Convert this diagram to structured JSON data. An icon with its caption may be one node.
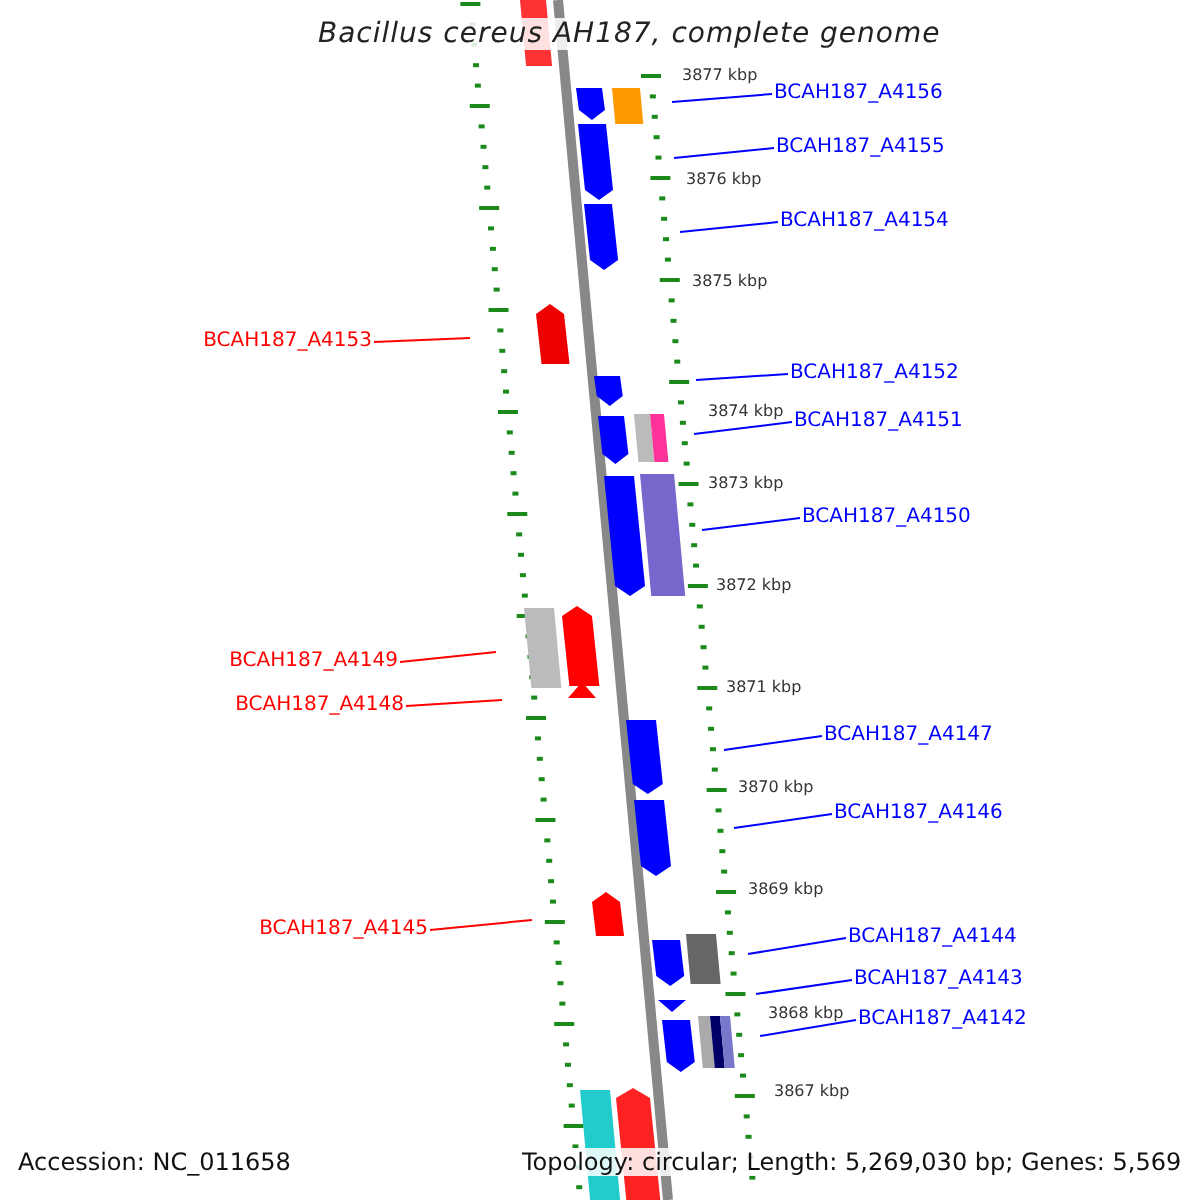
{
  "diagram": {
    "title": "Bacillus cereus AH187, complete genome",
    "nodes": [
      {
        "text": [
          "BCAH187_A4156"
        ]
      },
      {
        "text": [
          "BCAH187_A4155"
        ]
      },
      {
        "text": [
          "BCAH187_A4154"
        ]
      },
      {
        "text": [
          "BCAH187_A4153"
        ]
      },
      {
        "text": [
          "BCAH187_A4152"
        ]
      },
      {
        "text": [
          "BCAH187_A4151"
        ]
      },
      {
        "text": [
          "BCAH187_A4150"
        ]
      },
      {
        "text": [
          "BCAH187_A4149"
        ]
      },
      {
        "text": [
          "BCAH187_A4148"
        ]
      },
      {
        "text": [
          "BCAH187_A4147"
        ]
      },
      {
        "text": [
          "BCAH187_A4146"
        ]
      },
      {
        "text": [
          "BCAH187_A4145"
        ]
      },
      {
        "text": [
          "BCAH187_A4144"
        ]
      },
      {
        "text": [
          "BCAH187_A4143"
        ]
      },
      {
        "text": [
          "BCAH187_A4142"
        ]
      }
    ],
    "edges": [
      {
        "from": 0,
        "to": null,
        "arrow": "none"
      },
      {
        "from": 1,
        "to": null,
        "arrow": "none"
      },
      {
        "from": 2,
        "to": null,
        "arrow": "none"
      },
      {
        "from": 3,
        "to": null,
        "arrow": "none",
        "color": "#ff0000"
      },
      {
        "from": 4,
        "to": null,
        "arrow": "none"
      },
      {
        "from": 5,
        "to": null,
        "arrow": "none"
      },
      {
        "from": 6,
        "to": null,
        "arrow": "none"
      },
      {
        "from": 7,
        "to": null,
        "arrow": "none",
        "color": "#ff0000"
      },
      {
        "from": 8,
        "to": null,
        "arrow": "none",
        "color": "#ff0000"
      },
      {
        "from": 9,
        "to": null,
        "arrow": "none"
      },
      {
        "from": 10,
        "to": null,
        "arrow": "none"
      },
      {
        "from": 11,
        "to": null,
        "arrow": "none",
        "color": "#ff0000"
      },
      {
        "from": 12,
        "to": null,
        "arrow": "none"
      },
      {
        "from": 13,
        "to": null,
        "arrow": "none"
      },
      {
        "from": 14,
        "to": null,
        "arrow": "none"
      }
    ],
    "labels": [
      "3877 kbp",
      "3876 kbp",
      "3875 kbp",
      "3874 kbp",
      "3873 kbp",
      "3872 kbp",
      "3871 kbp",
      "3870 kbp",
      "3869 kbp",
      "3868 kbp",
      "3867 kbp",
      "Accession: NC_011658",
      "Topology: circular; Length: 5,269,030 bp; Genes: 5,569"
    ]
  }
}
